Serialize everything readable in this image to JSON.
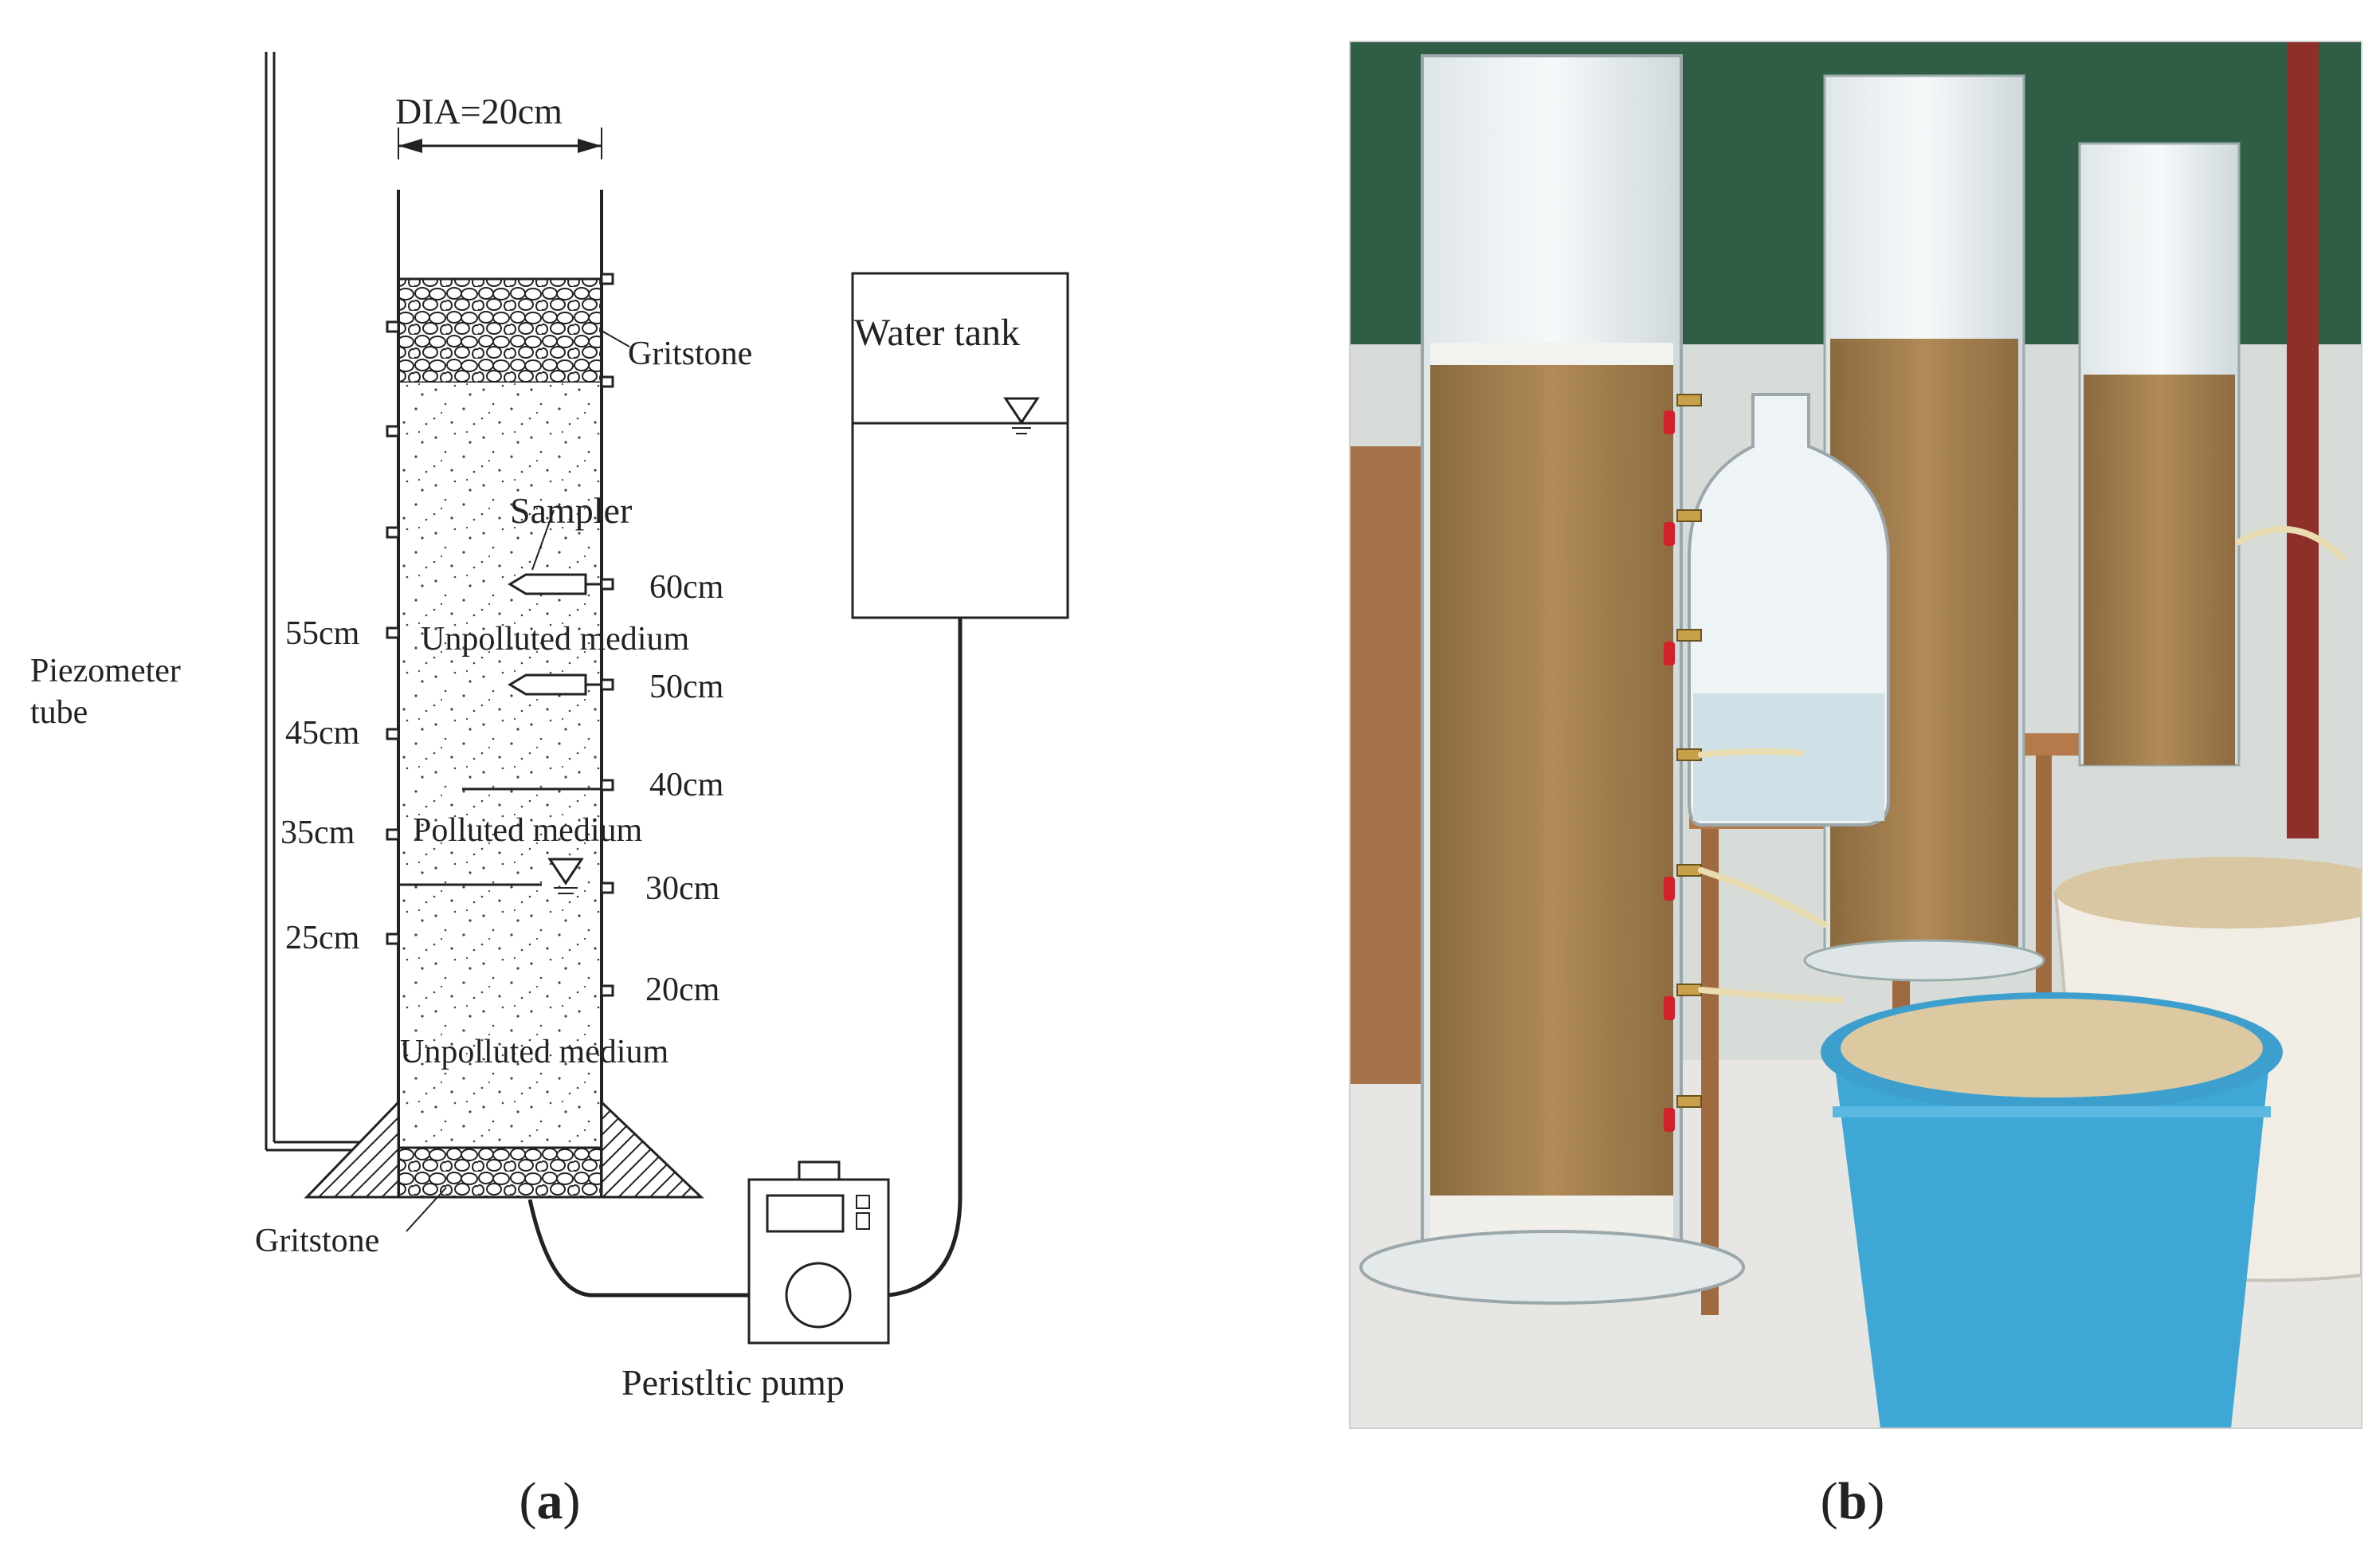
{
  "panel_a": {
    "caption_letter": "a",
    "diameter_label": "DIA=20cm",
    "gritstone_top": "Gritstone",
    "gritstone_bottom": "Gritstone",
    "sampler": "Sampler",
    "unpolluted_upper": "Unpolluted medium",
    "polluted": "Polluted medium",
    "unpolluted_lower": "Unpolluted medium",
    "piezometer_line1": "Piezometer",
    "piezometer_line2": "tube",
    "water_tank": "Water tank",
    "pump": "Peristltic pump",
    "right_depths": [
      "60cm",
      "50cm",
      "40cm",
      "30cm",
      "20cm"
    ],
    "left_depths": [
      "55cm",
      "45cm",
      "35cm",
      "25cm"
    ]
  },
  "panel_b": {
    "caption_letter": "b",
    "photo_subject": "soil-column-experiment-photo"
  },
  "colors": {
    "line": "#222222",
    "soil": "#a07c4e",
    "bucket_blue": "#3fa7d6",
    "board_green": "#2f5d46"
  }
}
